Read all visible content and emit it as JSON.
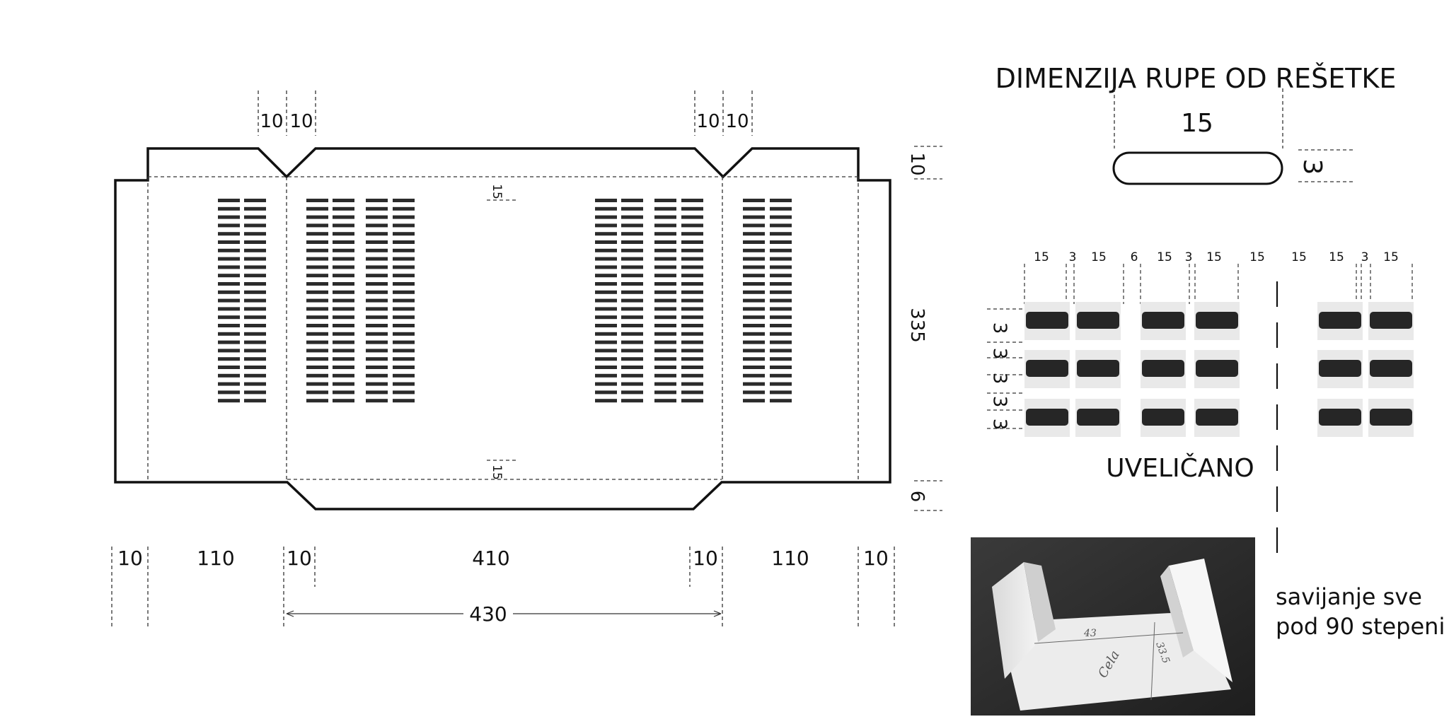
{
  "title": "DIMENZIJA RUPE OD REŠETKE",
  "slot": {
    "length": "15",
    "height": "3"
  },
  "magnified_label": "UVELIČANO",
  "bend_note": {
    "line1": "savijanje sve",
    "line2": "pod 90 stepeni"
  },
  "top_dims": {
    "left_a": "10",
    "left_b": "10",
    "right_a": "10",
    "right_b": "10"
  },
  "right_dims": {
    "flap": "10",
    "height": "335",
    "bottom_flap": "6"
  },
  "inner_dims": {
    "top_margin": "15",
    "bottom_margin": "15"
  },
  "bottom_dims": [
    "10",
    "110",
    "10",
    "410",
    "10",
    "110",
    "10"
  ],
  "span_dim": "430",
  "mag_col_dims": [
    "15",
    "3",
    "15",
    "6",
    "15",
    "3",
    "15",
    "15",
    "15",
    "15",
    "3",
    "15"
  ],
  "mag_row_dims": [
    "3",
    "3",
    "3",
    "3",
    "3"
  ],
  "photo": {
    "handwriting_a": "43",
    "handwriting_b": "33.5",
    "handwriting_c": "Cela"
  },
  "colors": {
    "line": "#111111",
    "slot": "#2b2b2b",
    "photo_bg": "#2c2c2c",
    "paper": "#efefef"
  }
}
